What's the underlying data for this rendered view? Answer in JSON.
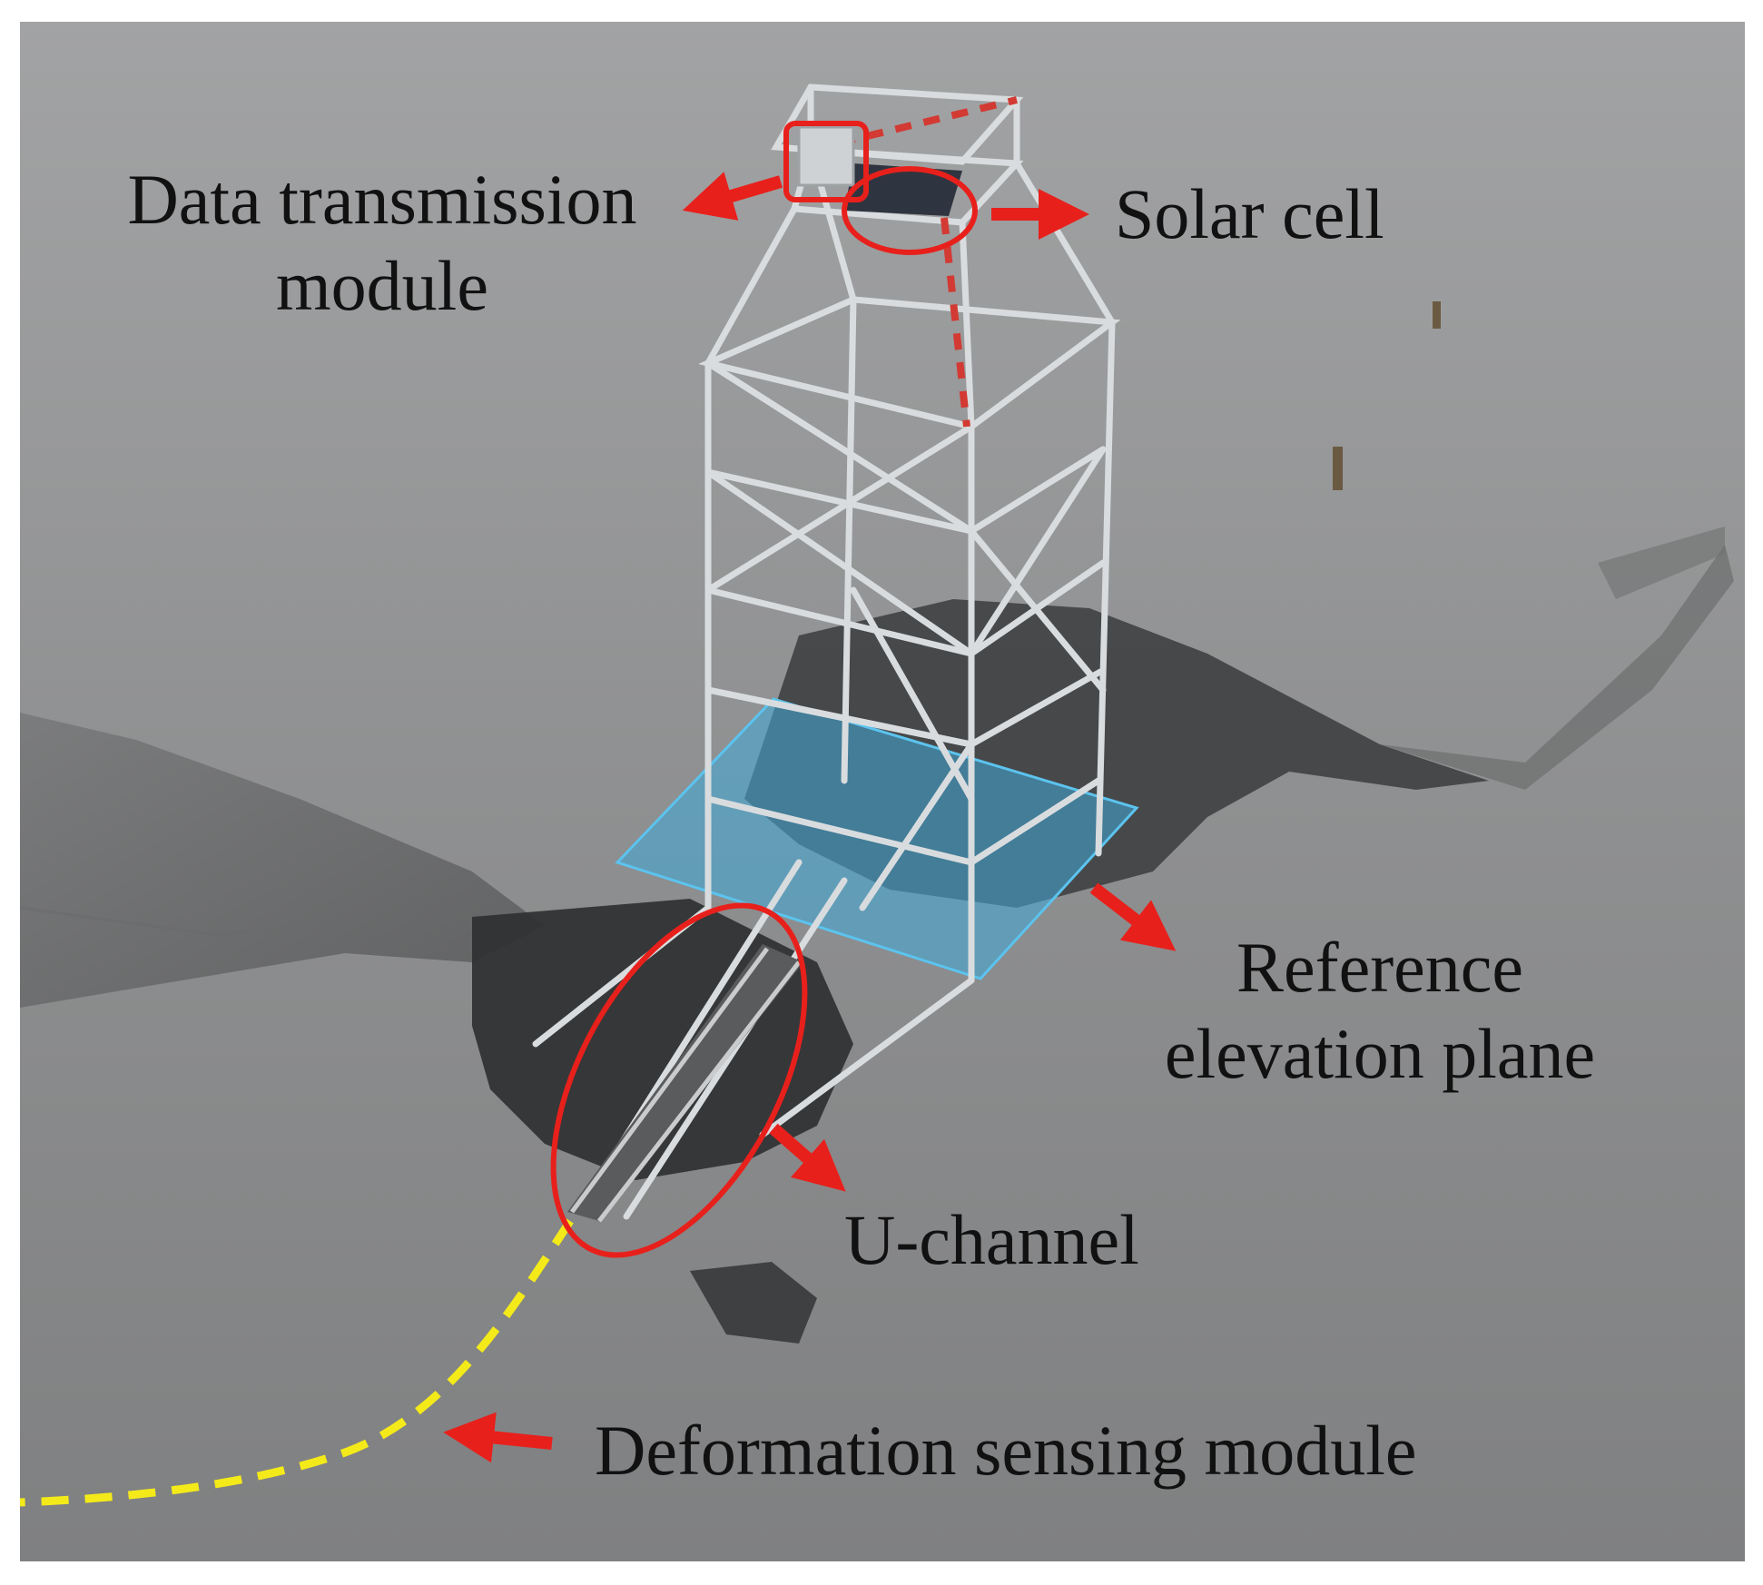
{
  "labels": {
    "data_transmission_line1": "Data transmission",
    "data_transmission_line2": "module",
    "solar_cell": "Solar cell",
    "reference_line1": "Reference",
    "reference_line2": "elevation plane",
    "u_channel": "U-channel",
    "deformation": "Deformation sensing module"
  },
  "colors": {
    "annotation_red": "#e8201c",
    "reference_plane_blue": "#3fa9d9",
    "sensing_cable_yellow": "#f4ea1a",
    "mudflat_gray": "#8f9091"
  }
}
